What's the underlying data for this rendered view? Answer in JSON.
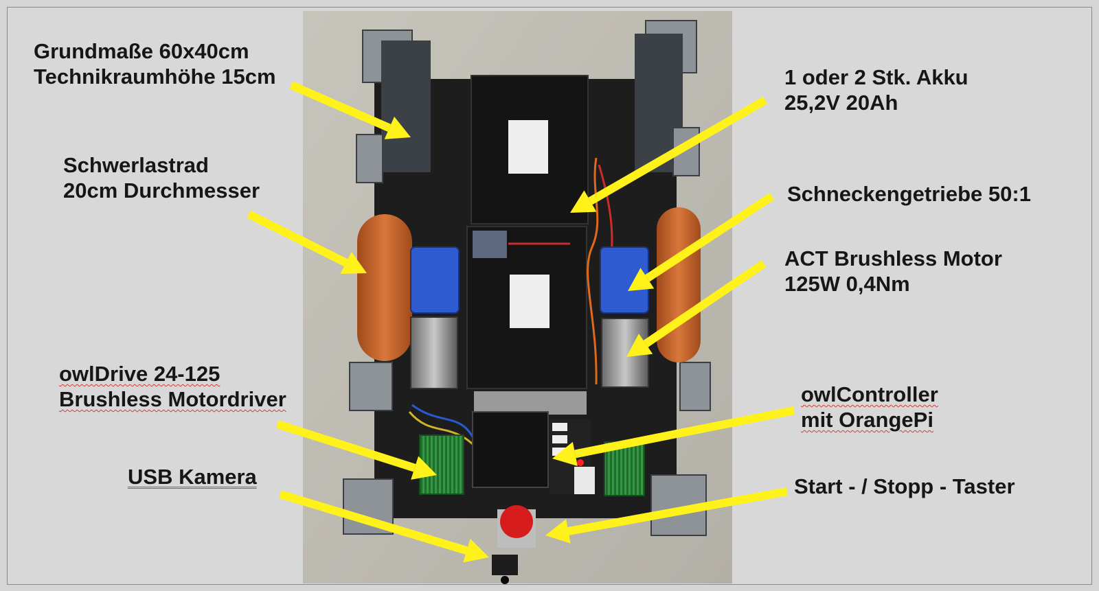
{
  "labels": {
    "dimensions": {
      "line1": "Grundmaße 60x40cm",
      "line2": "Technikraumhöhe 15cm"
    },
    "wheel": {
      "line1": "Schwerlastrad",
      "line2": "20cm Durchmesser"
    },
    "motordriver": {
      "line1": "owlDrive 24-125",
      "line2": "Brushless Motordriver"
    },
    "camera": {
      "line1": "USB Kamera"
    },
    "battery": {
      "line1": "1 oder 2 Stk. Akku",
      "line2": "25,2V 20Ah"
    },
    "gearbox": {
      "line1": "Schneckengetriebe 50:1"
    },
    "motor": {
      "line1": "ACT Brushless Motor",
      "line2": "125W 0,4Nm"
    },
    "controller": {
      "line1": "owlController",
      "line2": "mit OrangePi"
    },
    "button": {
      "line1": "Start - / Stopp - Taster"
    }
  },
  "colors": {
    "arrow": "#fff21a",
    "background": "#d8d8d8",
    "text": "#161616",
    "wheel": "#c8652a",
    "gearbox": "#2f5bd1",
    "pcb": "#2ea043",
    "chassis": "#1b1b1b",
    "floor": "#bdbab2"
  },
  "icons": {
    "arrow": "yellow-arrow-icon",
    "emergency_button": "red-stop-button-icon"
  }
}
